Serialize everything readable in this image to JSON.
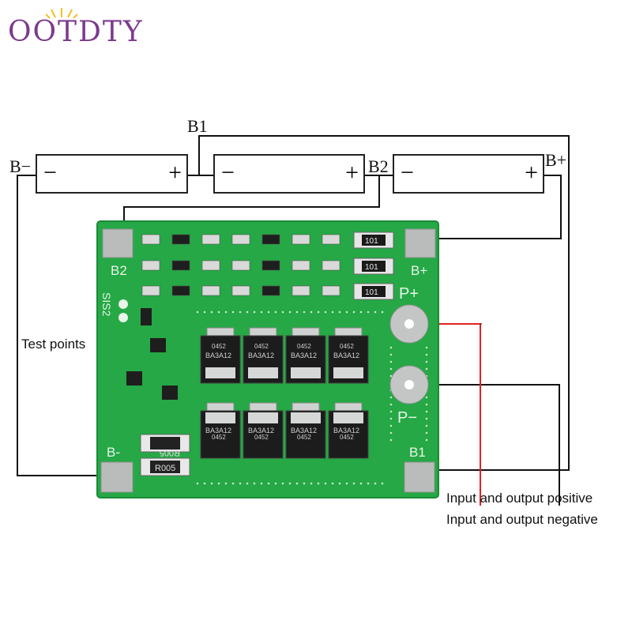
{
  "logo": {
    "text": "OOTDTY",
    "sun_color": "#f4c020"
  },
  "labels": {
    "b_minus": "B−",
    "b1": "B1",
    "b2": "B2",
    "b_plus": "B+"
  },
  "cells": [
    {
      "minus": "−",
      "plus": "+"
    },
    {
      "minus": "−",
      "plus": "+"
    },
    {
      "minus": "−",
      "plus": "+"
    }
  ],
  "board": {
    "silk_b2": "B2",
    "silk_bplus": "B+",
    "silk_pplus": "P+",
    "silk_pminus": "P−",
    "silk_b1": "B1",
    "silk_bminus": "B-",
    "silk_sis2": "SIS2",
    "resistor_value": "101",
    "shunt_value": "R005",
    "mosfet_top": "BA3A12",
    "mosfet_bottom": "BA3A12",
    "mosfet_code": "0452",
    "color": "#25a845"
  },
  "annotations": {
    "test_points": "Test points",
    "positive": "Input and output positive",
    "negative": "Input and output negative",
    "positive_line_color": "#e02020"
  }
}
